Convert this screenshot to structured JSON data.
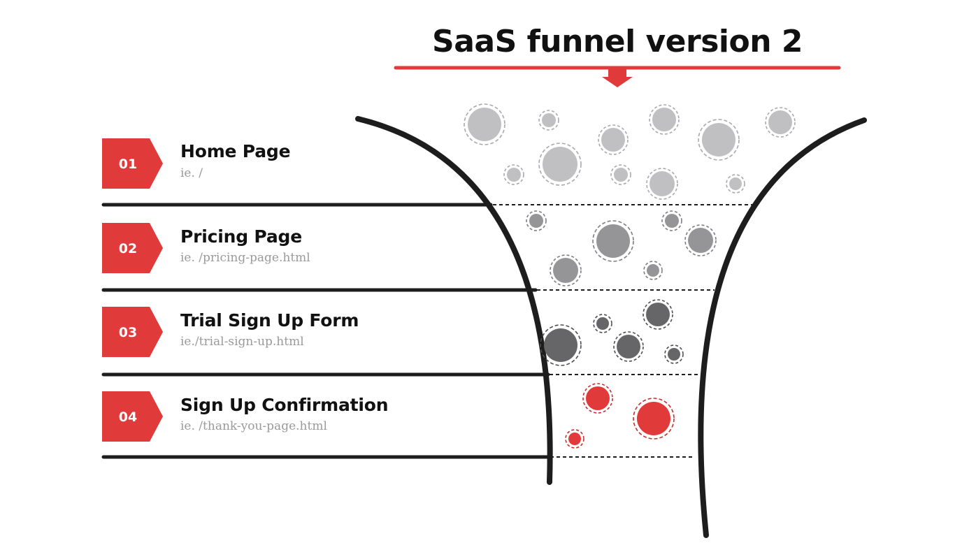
{
  "title": "SaaS funnel version 2",
  "colors": {
    "accent_red": "#e03a3a",
    "funnel_line": "#1d1d1d",
    "stage1_bubble": "#c0c0c2",
    "stage2_bubble": "#959597",
    "stage3_bubble": "#666668",
    "stage4_bubble": "#e03a3a"
  },
  "stages": [
    {
      "number": "01",
      "name": "Home Page",
      "url": "ie. /"
    },
    {
      "number": "02",
      "name": "Pricing Page",
      "url": "ie. /pricing-page.html"
    },
    {
      "number": "03",
      "name": "Trial Sign Up Form",
      "url": "ie./trial-sign-up.html"
    },
    {
      "number": "04",
      "name": "Sign Up Confirmation",
      "url": "ie. /thank-you-page.html"
    }
  ]
}
